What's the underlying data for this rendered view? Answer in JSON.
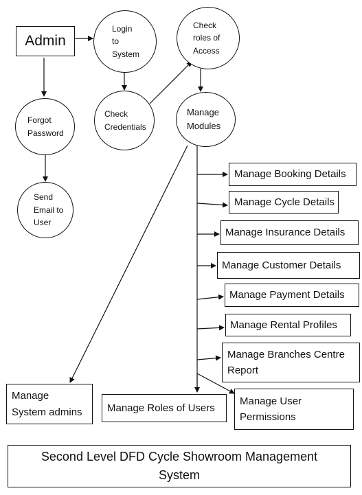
{
  "diagram": {
    "title": "Second Level DFD Cycle Showroom Management\nSystem",
    "admin": "Admin",
    "login": "Login\nto\nSystem",
    "check_roles": "Check\nroles of\nAccess",
    "forgot": "Forgot\nPassword",
    "check_credentials": "Check\nCredentials",
    "manage_modules": "Manage\nModules",
    "send_email": "Send\nEmail to\nUser",
    "modules": [
      "Manage Booking Details",
      "Manage Cycle Details",
      "Manage Insurance Details",
      "Manage Customer Details",
      "Manage Payment Details",
      "Manage Rental Profiles",
      "Manage Branches Centre\nReport"
    ],
    "system_admins": "Manage\nSystem admins",
    "roles_of_users": "Manage Roles of Users",
    "user_permissions": "Manage User\nPermissions"
  }
}
